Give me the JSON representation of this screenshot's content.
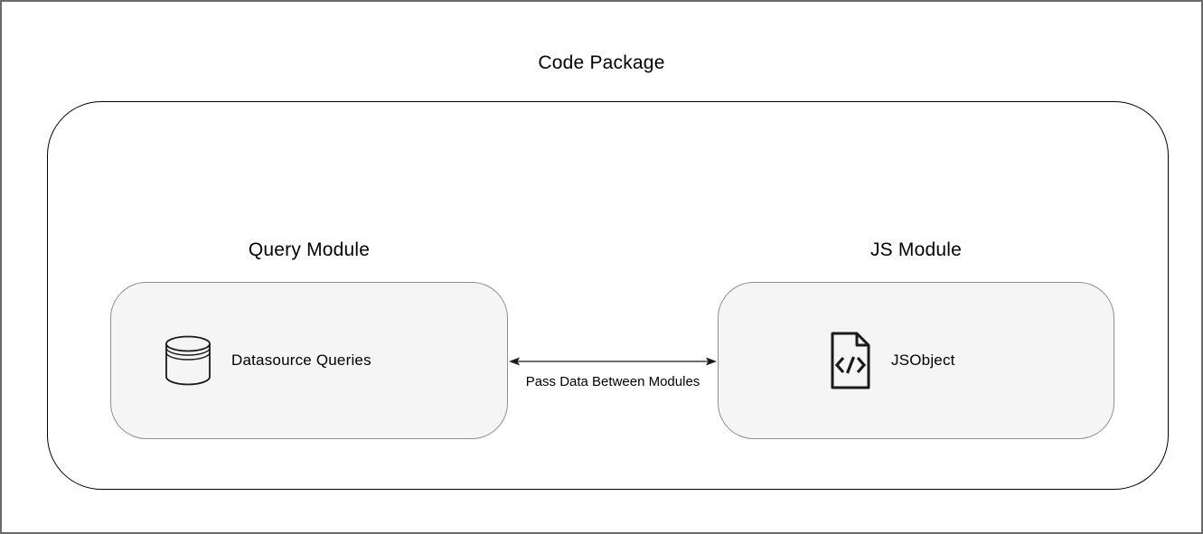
{
  "diagram": {
    "title": "Code Package",
    "modules": [
      {
        "label": "Query Module",
        "item": "Datasource Queries",
        "icon": "database-icon"
      },
      {
        "label": "JS Module",
        "item": "JSObject",
        "icon": "code-file-icon"
      }
    ],
    "connector": {
      "label": "Pass Data Between Modules",
      "icon": "bidirectional-arrow"
    }
  },
  "colors": {
    "canvas_background": "#ffffff",
    "frame_border": "#6b6b6b",
    "package_border": "#000000",
    "module_box_fill": "#f5f5f5",
    "module_box_border": "#8e8e8e",
    "text": "#000000",
    "icon_stroke": "#1a1a1a",
    "arrow": "#1a1a1a"
  }
}
